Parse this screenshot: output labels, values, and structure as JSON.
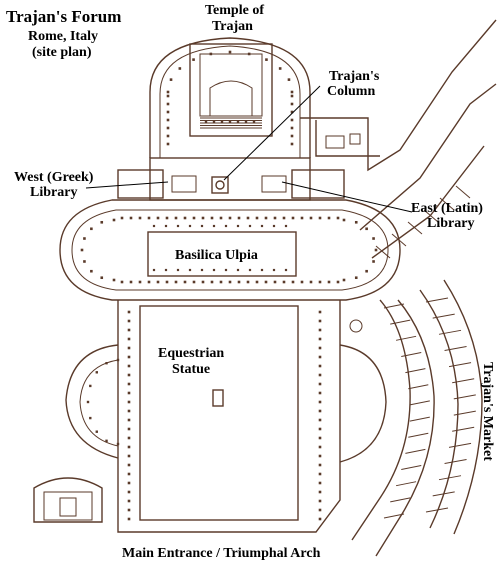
{
  "title": "Trajan's Forum",
  "subtitle_line1": "Rome, Italy",
  "subtitle_line2": "(site plan)",
  "labels": {
    "temple_line1": "Temple of",
    "temple_line2": "Trajan",
    "column_line1": "Trajan's",
    "column_line2": "Column",
    "west_line1": "West (Greek)",
    "west_line2": "Library",
    "east_line1": "East (Latin)",
    "east_line2": "Library",
    "basilica": "Basilica Ulpia",
    "statue_line1": "Equestrian",
    "statue_line2": "Statue",
    "market": "Trajan's Market",
    "entrance": "Main Entrance / Triumphal Arch"
  },
  "colors": {
    "ink": "#5a3a2a",
    "text": "#000000",
    "paper": "#ffffff"
  }
}
